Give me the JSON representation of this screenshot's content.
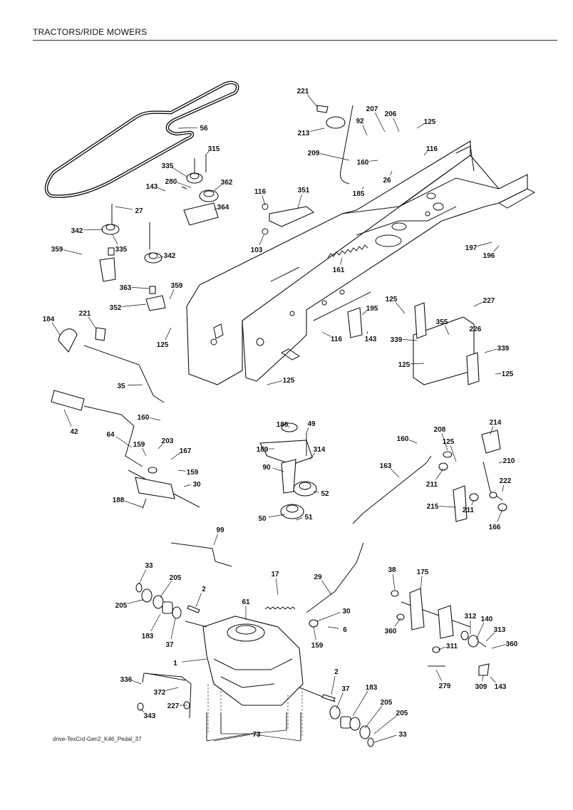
{
  "header": {
    "title": "TRACTORS/RIDE MOWERS"
  },
  "caption": "drive-TexCrd-Gen2_K46_Pedal_37",
  "callouts": [
    "56",
    "315",
    "335",
    "280",
    "362",
    "143",
    "364",
    "27",
    "342",
    "335",
    "359",
    "342",
    "363",
    "359",
    "352",
    "125",
    "221",
    "184",
    "35",
    "42",
    "160",
    "64",
    "159",
    "203",
    "167",
    "159",
    "30",
    "188",
    "221",
    "213",
    "92",
    "207",
    "206",
    "125",
    "116",
    "209",
    "160",
    "26",
    "185",
    "116",
    "351",
    "103",
    "161",
    "197",
    "196",
    "125",
    "195",
    "227",
    "355",
    "226",
    "339",
    "339",
    "143",
    "116",
    "125",
    "125",
    "125",
    "186",
    "49",
    "189",
    "314",
    "90",
    "52",
    "50",
    "51",
    "160",
    "208",
    "214",
    "125",
    "163",
    "210",
    "211",
    "222",
    "215",
    "211",
    "166",
    "99",
    "33",
    "205",
    "2",
    "205",
    "183",
    "37",
    "17",
    "61",
    "29",
    "30",
    "6",
    "159",
    "38",
    "175",
    "360",
    "311",
    "312",
    "140",
    "313",
    "360",
    "1",
    "336",
    "372",
    "227",
    "343",
    "2",
    "37",
    "183",
    "205",
    "205",
    "33",
    "73",
    "279",
    "309",
    "143"
  ]
}
